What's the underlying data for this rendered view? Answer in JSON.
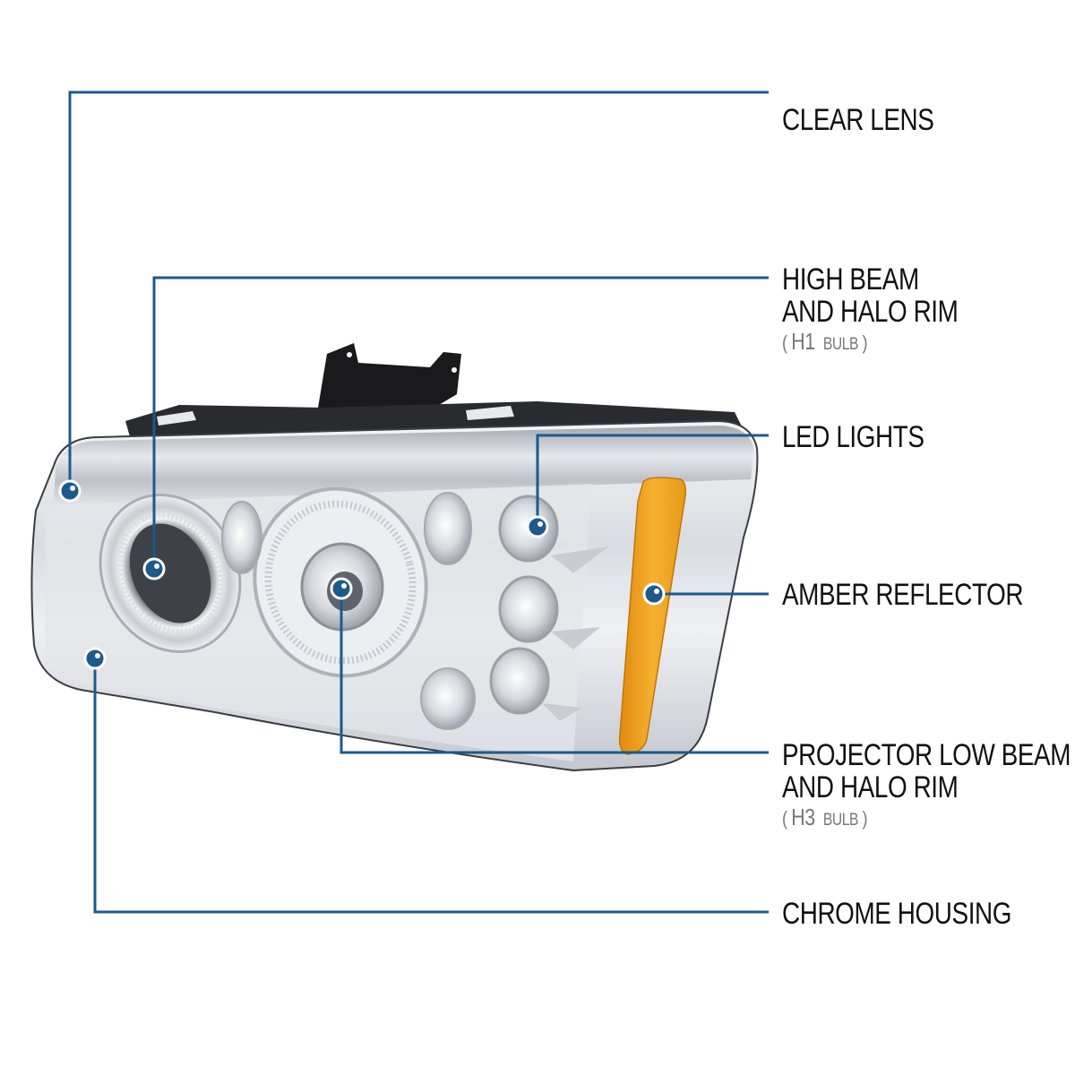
{
  "colors": {
    "callout_line": "#1c5a8c",
    "callout_dot": "#1c5a8c",
    "amber": "#f0a020",
    "text": "#111111",
    "subtext": "#777777"
  },
  "callouts": [
    {
      "id": "clear-lens",
      "lines": [
        "CLEAR LENS"
      ],
      "bulb": null
    },
    {
      "id": "high-beam",
      "lines": [
        "HIGH BEAM",
        "AND HALO RIM"
      ],
      "bulb": {
        "open": "(",
        "code": "H1",
        "word": "BULB",
        "close": ")"
      }
    },
    {
      "id": "led-lights",
      "lines": [
        "LED LIGHTS"
      ],
      "bulb": null
    },
    {
      "id": "amber-reflector",
      "lines": [
        "AMBER REFLECTOR"
      ],
      "bulb": null
    },
    {
      "id": "projector-low-beam",
      "lines": [
        "PROJECTOR LOW BEAM",
        "AND HALO RIM"
      ],
      "bulb": {
        "open": "(",
        "code": "H3",
        "word": "BULB",
        "close": ")"
      }
    },
    {
      "id": "chrome-housing",
      "lines": [
        "CHROME HOUSING"
      ],
      "bulb": null
    }
  ]
}
